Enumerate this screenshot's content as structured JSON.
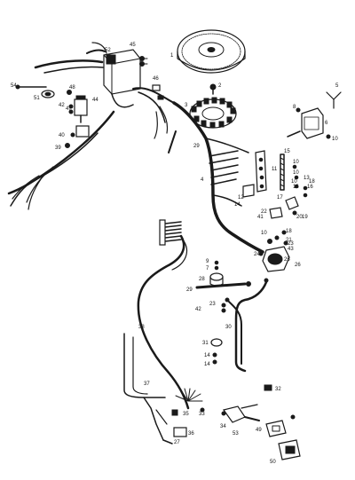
{
  "labels": {
    "l1": "1",
    "l2": "2",
    "l3": "3",
    "l4": "4",
    "l5": "5",
    "l6": "6",
    "l8": "8",
    "l10a": "10",
    "l10b": "10",
    "l10c": "10",
    "l10d": "10",
    "l10e": "10",
    "l11": "11",
    "l12": "12",
    "l13": "13",
    "l14a": "14",
    "l14b": "14",
    "l14c": "14",
    "l15": "15",
    "l16a": "16",
    "l16b": "16",
    "l17": "17",
    "l18a": "18",
    "l18b": "18",
    "l19": "19",
    "l20": "20",
    "l21": "21",
    "l22": "22",
    "l23a": "23",
    "l23b": "23",
    "l24": "24",
    "l25": "25",
    "l26": "26",
    "l27": "27",
    "l28": "28",
    "l29a": "29",
    "l29b": "29",
    "l30": "30",
    "l31": "31",
    "l32": "32",
    "l33": "33",
    "l34": "34",
    "l35": "35",
    "l36": "36",
    "l37": "37",
    "l38": "38",
    "l39": "39",
    "l40": "40",
    "l41": "41",
    "l42a": "42",
    "l42b": "42",
    "l43": "43",
    "l44": "44",
    "l45": "45",
    "l46": "46",
    "l47": "47",
    "l48": "48",
    "l49": "49",
    "l50": "50",
    "l51": "51",
    "l52": "52",
    "l53": "53",
    "l54": "54",
    "l7": "7",
    "l9": "9"
  }
}
